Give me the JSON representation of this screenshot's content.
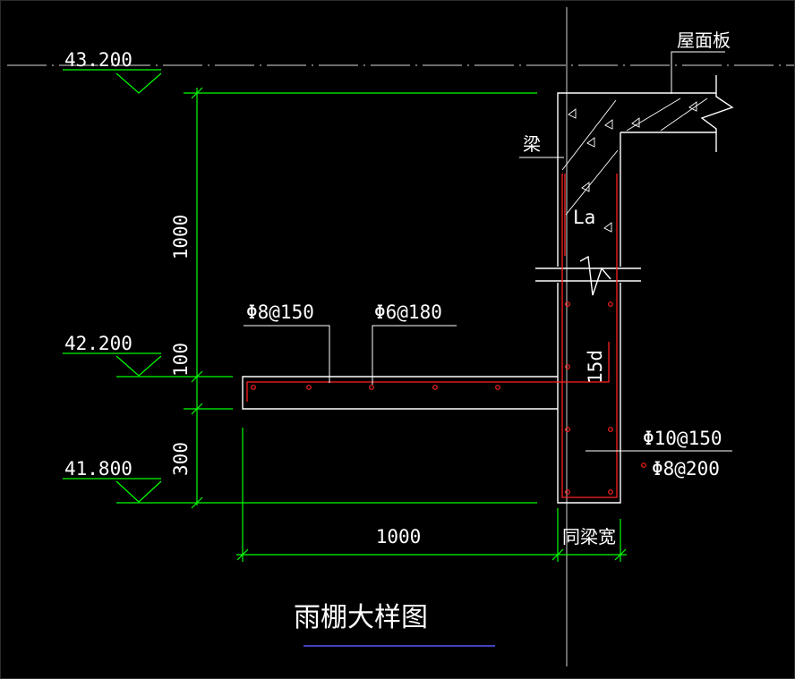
{
  "drawing": {
    "title": "雨棚大样图",
    "elevations": {
      "top": "43.200",
      "mid": "42.200",
      "bottom": "41.800"
    },
    "dimensions": {
      "vertical_top": "1000",
      "vertical_mid": "100",
      "vertical_bottom": "300",
      "horizontal_canopy": "1000",
      "horizontal_beam": "同梁宽"
    },
    "labels": {
      "roof_slab": "屋面板",
      "beam": "梁",
      "anchorage": "La",
      "bend": "15d"
    },
    "rebar": {
      "canopy_top": "Φ8@150",
      "canopy_dist": "Φ6@180",
      "beam_stirrup": "Φ10@150",
      "beam_long": "Φ8@200"
    },
    "colors": {
      "background": "#000000",
      "dimension": "#00ff00",
      "outline": "#ffffff",
      "rebar": "#ff0000",
      "underline": "#5555ff"
    }
  }
}
